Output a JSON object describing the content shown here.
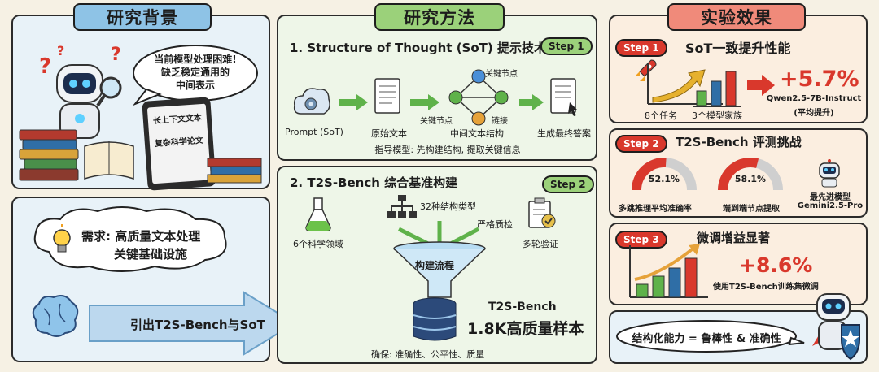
{
  "background": {
    "title": "研究背景",
    "speech": [
      "当前模型处理困难!",
      "缺乏稳定通用的",
      "中间表示"
    ],
    "tablet_lines": [
      "长上下文文本",
      "复杂科学论文"
    ],
    "need_lines": [
      "需求: 高质量文本处理",
      "关键基础设施"
    ],
    "arrow_label": "引出T2S-Bench与SoT"
  },
  "method": {
    "title": "研究方法",
    "sot": {
      "heading": "1. Structure of Thought (SoT) 提示技术",
      "step": "Step 1",
      "prompt_label": "Prompt (SoT)",
      "raw_text_label": "原始文本",
      "key_node_top": "关键节点",
      "key_node_left": "关键节点",
      "link_label": "链接",
      "structure_label": "中间文本结构",
      "answer_label": "生成最终答案",
      "guidance": "指导模型: 先构建结构, 提取关键信息"
    },
    "bench": {
      "heading": "2. T2S-Bench 综合基准构建",
      "step": "Step 2",
      "domains_label": "6个科学领域",
      "types_label": "32种结构类型",
      "qc_label": "严格质检",
      "verify_label": "多轮验证",
      "funnel_label": "构建流程",
      "db_title": "T2S-Bench",
      "db_count": "1.8K高质量样本",
      "ensure": "确保: 准确性、公平性、质量"
    }
  },
  "results": {
    "title": "实验效果",
    "r1": {
      "step": "Step 1",
      "heading": "SoT一致提升性能",
      "tasks_label": "8个任务",
      "families_label": "3个模型家族",
      "gain": "+5.7%",
      "model_line1": "Qwen2.5-7B-Instruct",
      "model_line2": "(平均提升)"
    },
    "r2": {
      "step": "Step 2",
      "heading": "T2S-Bench 评测挑战",
      "gauge1_value": "52.1%",
      "gauge1_pct": 52.1,
      "gauge1_label": "多跳推理平均准确率",
      "gauge2_value": "58.1%",
      "gauge2_pct": 58.1,
      "gauge2_label": "端到端节点提取",
      "model_line1": "最先进模型",
      "model_line2": "Gemini2.5-Pro"
    },
    "r3": {
      "step": "Step 3",
      "heading": "微调增益显著",
      "gain": "+8.6%",
      "desc": "使用T2S-Bench训练集微调"
    },
    "conclusion": "结构化能力 = 鲁棒性 & 准确性"
  },
  "colors": {
    "blue_title": "#8ec3e6",
    "green_title": "#9bd17a",
    "red_title": "#f08a7a",
    "accent_red": "#d9382c",
    "green_arrow": "#5fb24a",
    "navy": "#1f3b6e"
  }
}
